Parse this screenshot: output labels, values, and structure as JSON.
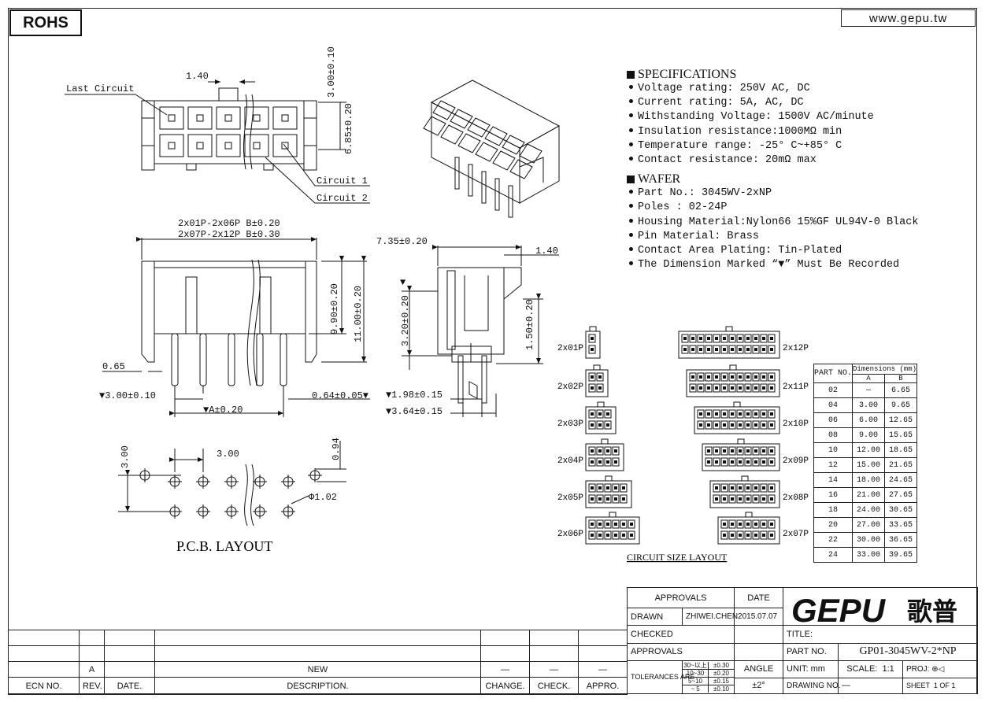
{
  "header": {
    "badge": "ROHS",
    "url": "www.gepu.tw"
  },
  "drawing_labels": {
    "last_circuit": "Last Circuit",
    "circuit_1": "Circuit 1",
    "circuit_2": "Circuit 2",
    "dim_140_top": "1.40",
    "dim_300_010": "3.00±0.10",
    "dim_685_020": "6.85±0.20",
    "dim_b_1": "2x01P-2x06P B±0.20",
    "dim_b_2": "2x07P-2x12P B±0.30",
    "dim_990": "9.90±0.20",
    "dim_1100": "11.00±0.20",
    "dim_065": "0.65",
    "dim_300_pitch": "▼3.00±0.10",
    "dim_a": "▼A±0.20",
    "dim_064": "0.64±0.05▼",
    "dim_735": "7.35±0.20",
    "dim_140_side": "1.40",
    "dim_320": "3.20±0.20",
    "dim_marker": "▼",
    "dim_150": "1.50±0.20",
    "dim_198": "▼1.98±0.15",
    "dim_364": "▼3.64±0.15",
    "pcb_300_h": "3.00",
    "pcb_300_v": "3.00",
    "pcb_094": "0.94",
    "pcb_hole": "Φ1.02",
    "pcb_title": "P.C.B. LAYOUT",
    "circuit_title": "CIRCUIT SIZE LAYOUT"
  },
  "specifications": {
    "heading": "SPECIFICATIONS",
    "items": [
      "Voltage rating: 250V AC, DC",
      "Current rating: 5A, AC, DC",
      "Withstanding Voltage: 1500V AC/minute",
      "Insulation resistance:1000MΩ min",
      "Temperature range: -25° C~+85° C",
      "Contact resistance: 20mΩ max"
    ]
  },
  "wafer": {
    "heading": "WAFER",
    "items": [
      "Part No.: 3045WV-2xNP",
      "Poles : 02-24P",
      "Housing Material:Nylon66 15%GF UL94V-0 Black",
      "Pin Material: Brass",
      "Contact Area Plating: Tin-Plated",
      "The Dimension Marked “▼” Must Be Recorded"
    ]
  },
  "circuit_sizes": {
    "left": [
      "2x01P",
      "2x02P",
      "2x03P",
      "2x04P",
      "2x05P",
      "2x06P"
    ],
    "right": [
      "2x12P",
      "2x11P",
      "2x10P",
      "2x09P",
      "2x08P",
      "2x07P"
    ]
  },
  "parts_table": {
    "col_part": "PART NO.",
    "col_dims": "Dimensions (mm)",
    "col_a": "A",
    "col_b": "B",
    "rows": [
      [
        "02",
        "—",
        "6.65"
      ],
      [
        "04",
        "3.00",
        "9.65"
      ],
      [
        "06",
        "6.00",
        "12.65"
      ],
      [
        "08",
        "9.00",
        "15.65"
      ],
      [
        "10",
        "12.00",
        "18.65"
      ],
      [
        "12",
        "15.00",
        "21.65"
      ],
      [
        "14",
        "18.00",
        "24.65"
      ],
      [
        "16",
        "21.00",
        "27.65"
      ],
      [
        "18",
        "24.00",
        "30.65"
      ],
      [
        "20",
        "27.00",
        "33.65"
      ],
      [
        "22",
        "30.00",
        "36.65"
      ],
      [
        "24",
        "33.00",
        "39.65"
      ]
    ]
  },
  "title_block": {
    "approvals_header": "APPROVALS",
    "date_header": "DATE",
    "drawn_label": "DRAWN",
    "drawn_name": "ZHIWEI.CHEN",
    "drawn_date": "2015.07.07",
    "checked_label": "CHECKED",
    "approvals_label": "APPROVALS",
    "tolerances_label": "TOLERANCES ARE",
    "tol_ranges": [
      "30~以上",
      "10~30",
      "5~10",
      "~ 5"
    ],
    "tol_values": [
      "±0.30",
      "±0.20",
      "±0.15",
      "±0.10"
    ],
    "angle_label": "ANGLE",
    "angle_value": "±2°",
    "logo_latin": "GEPU",
    "logo_cjk": "歌普",
    "title_label": "TITLE:",
    "part_label": "PART NO.",
    "part_value": "GP01-3045WV-2*NP",
    "unit_label": "UNIT: mm",
    "scale_label": "SCALE:",
    "scale_value": "1:1",
    "proj_label": "PROJ:",
    "drawing_no_label": "DRAWING NO.",
    "sheet_label": "SHEET",
    "sheet_value": "1 OF 1"
  },
  "revision_block": {
    "row_ecn": "",
    "row_rev": "A",
    "row_date": "",
    "row_desc": "NEW",
    "headers": [
      "ECN NO.",
      "REV.",
      "DATE.",
      "DESCRIPTION.",
      "CHANGE.",
      "CHECK.",
      "APPRO."
    ]
  }
}
